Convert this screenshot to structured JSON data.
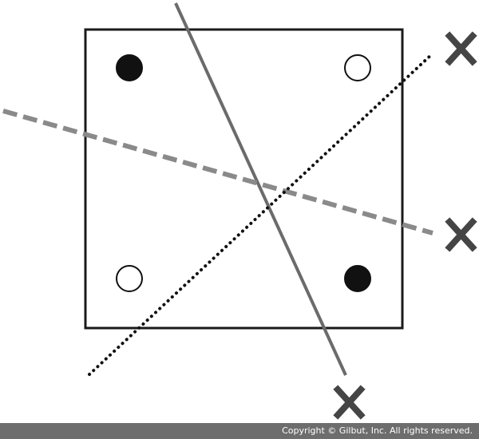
{
  "footer": {
    "copyright": "Copyright © Gilbut, Inc. All rights reserved."
  },
  "colors": {
    "outline": "#1a1a1a",
    "solid_line": "#6b6b6b",
    "dashed_line": "#8a8a8a",
    "dotted_line": "#111111",
    "cross": "#454545",
    "filled_point": "#111111",
    "hollow_point": "#ffffff",
    "footer_bg": "#6d6d6d",
    "footer_text": "#ffffff"
  },
  "points": [
    {
      "id": "top-left",
      "filled": true
    },
    {
      "id": "top-right",
      "filled": false
    },
    {
      "id": "bottom-left",
      "filled": false
    },
    {
      "id": "bottom-right",
      "filled": true
    }
  ],
  "lines": [
    {
      "id": "solid",
      "style": "solid",
      "rejected": true
    },
    {
      "id": "dashed",
      "style": "dashed",
      "rejected": true
    },
    {
      "id": "dotted",
      "style": "dotted",
      "rejected": true
    }
  ]
}
